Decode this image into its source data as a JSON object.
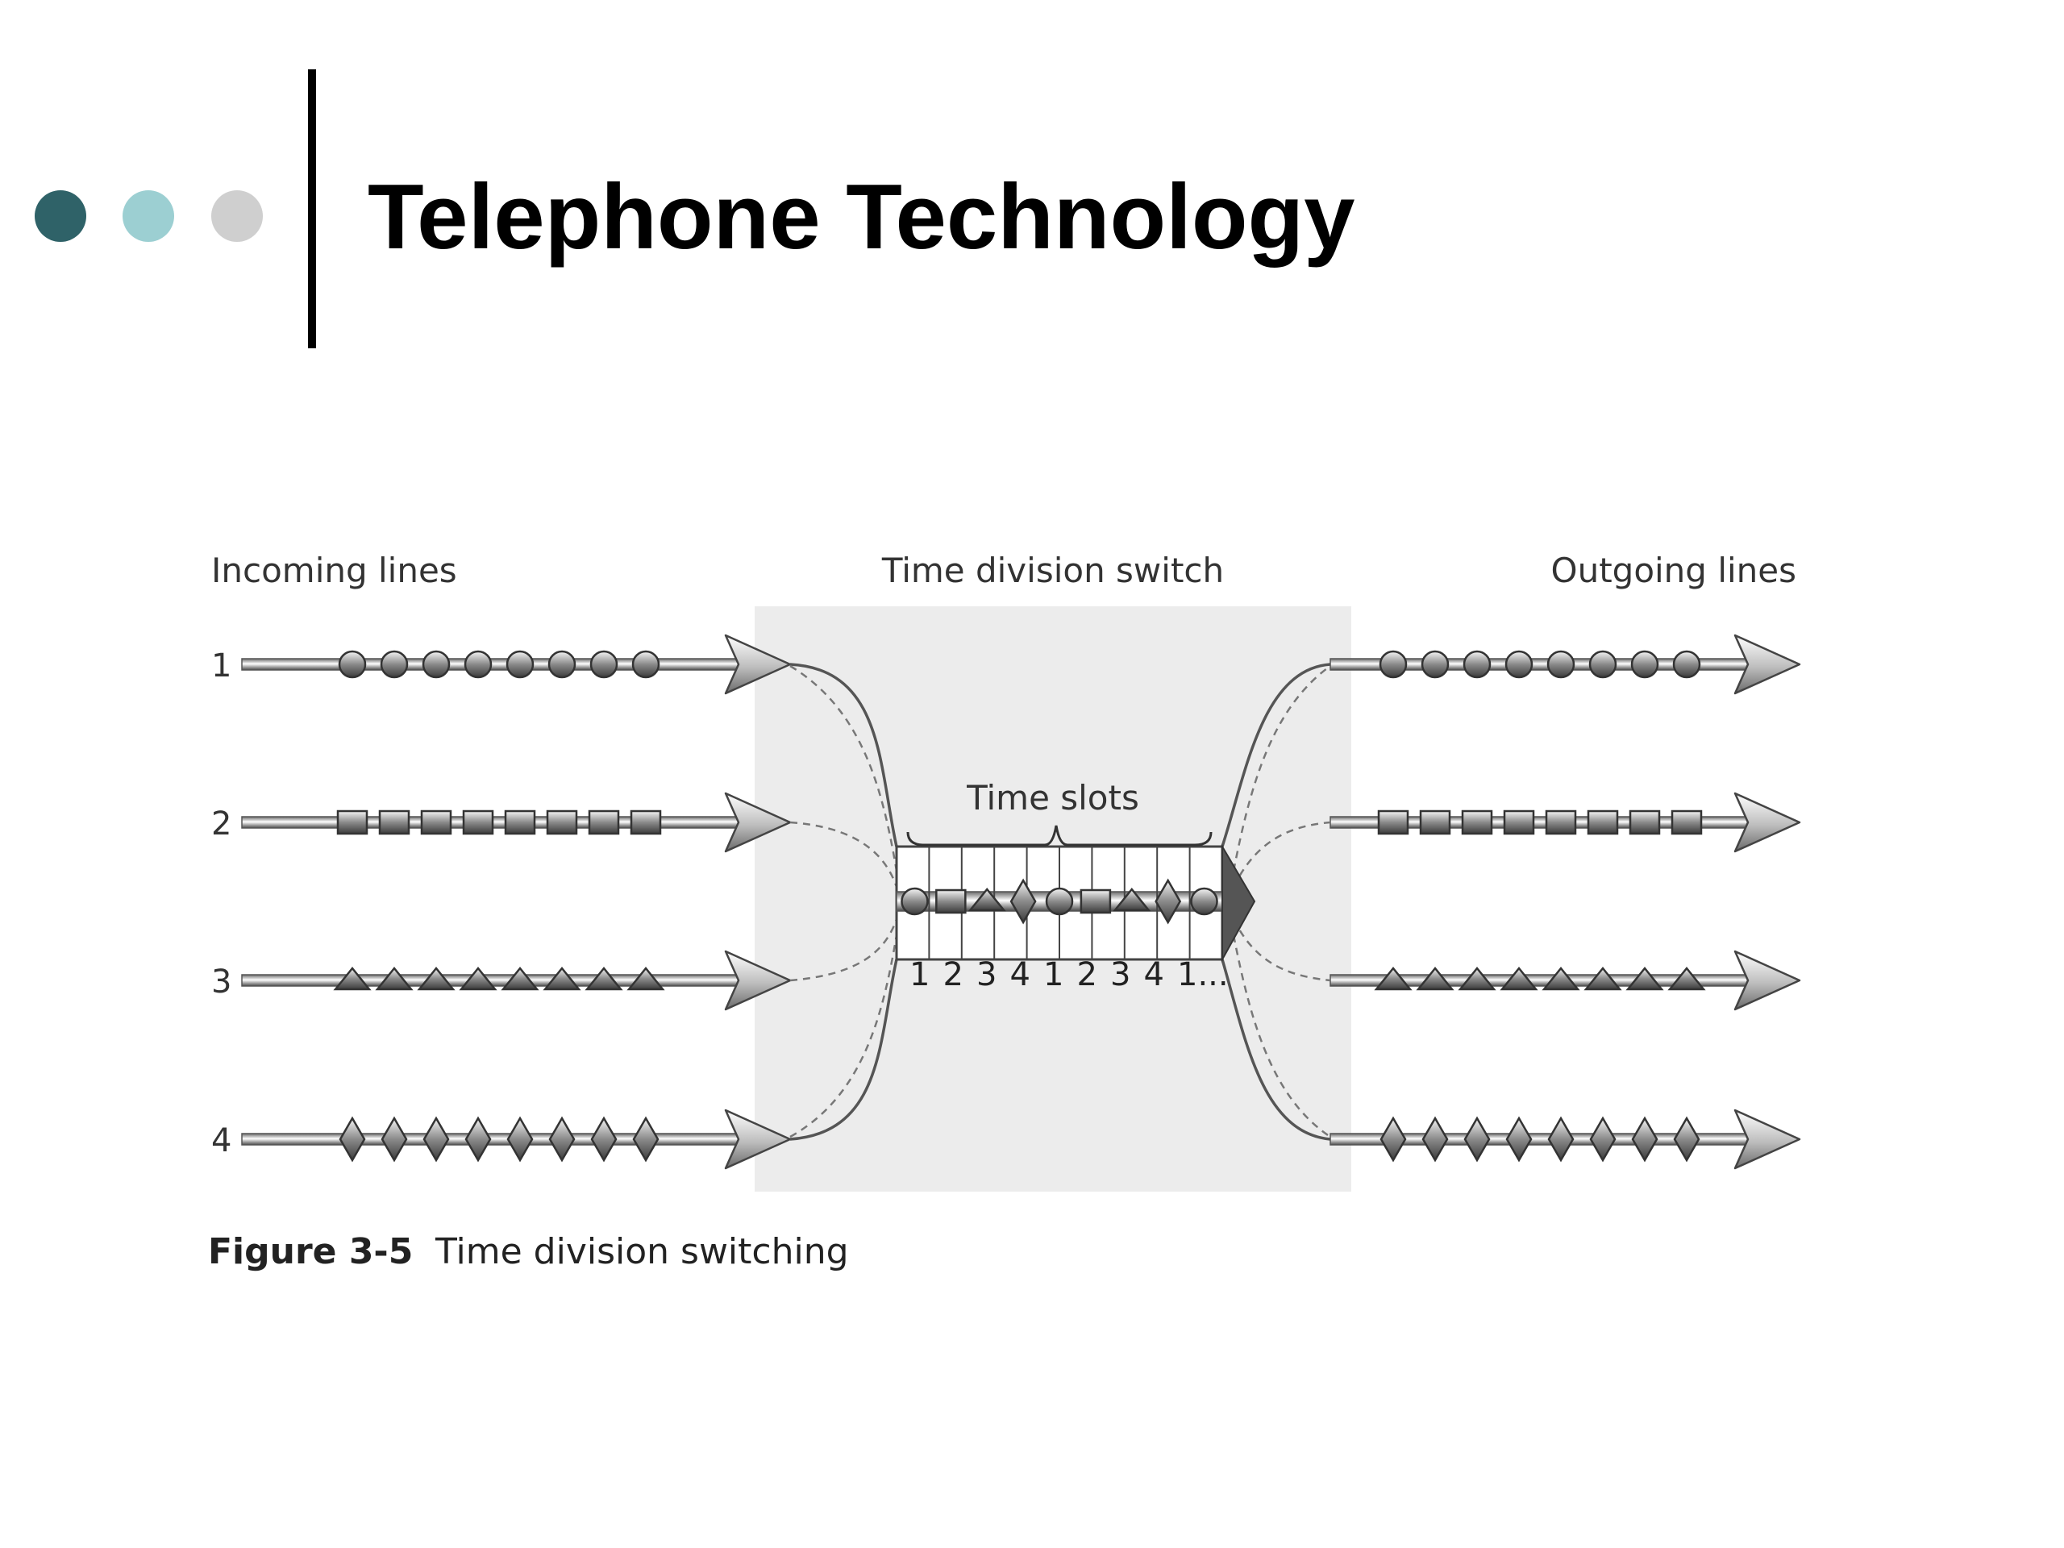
{
  "slide": {
    "title": "Telephone Technology",
    "colors": {
      "dot_dark": "#2f6268",
      "dot_light": "#9ccfd2",
      "dot_gray": "#cfcfcf",
      "switch_panel": "#ececec",
      "line": "#555555"
    }
  },
  "diagram": {
    "incoming_label": "Incoming lines",
    "switch_label": "Time division switch",
    "outgoing_label": "Outgoing lines",
    "time_slots_label": "Time slots",
    "lines": [
      {
        "number": "1",
        "symbol": "circle-icon"
      },
      {
        "number": "2",
        "symbol": "square-icon"
      },
      {
        "number": "3",
        "symbol": "triangle-icon"
      },
      {
        "number": "4",
        "symbol": "diamond-icon"
      }
    ],
    "slot_numbers": [
      "1",
      "2",
      "3",
      "4",
      "1",
      "2",
      "3",
      "4",
      "1..."
    ],
    "caption_label": "Figure 3-5",
    "caption_text": "Time division switching"
  }
}
